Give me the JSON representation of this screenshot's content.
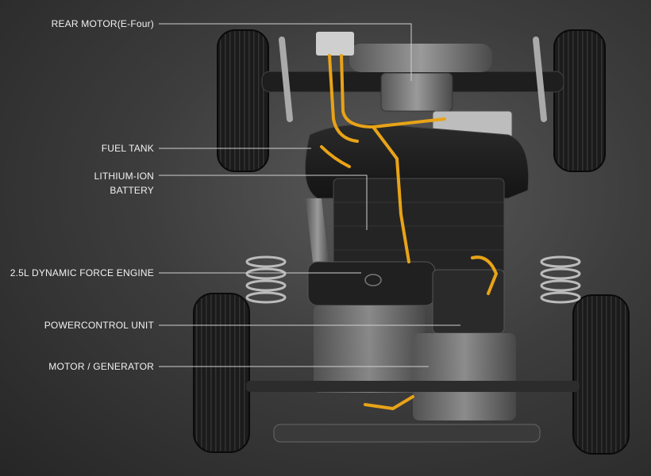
{
  "labels": {
    "rear_motor": "REAR MOTOR(E-Four)",
    "fuel_tank": "FUEL TANK",
    "battery_line1": "LITHIUM-ION",
    "battery_line2": "BATTERY",
    "engine": "2.5L DYNAMIC FORCE ENGINE",
    "pcu": "POWERCONTROL UNIT",
    "motor_generator": "MOTOR / GENERATOR"
  },
  "colors": {
    "background": "#3d3d3d",
    "label_text": "#f2f2f2",
    "leader_line": "#cfcfcf",
    "hv_cable": "#e8a317"
  },
  "icons": {
    "toyota_emblem": "toyota-logo-icon"
  }
}
